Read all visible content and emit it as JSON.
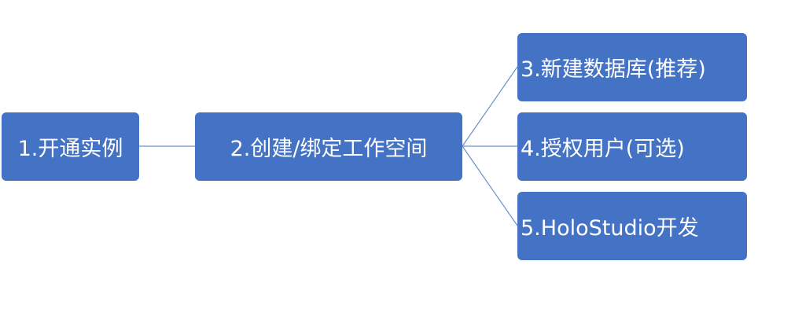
{
  "diagram": {
    "colors": {
      "node_fill": "#4472c4",
      "node_text": "#ffffff",
      "connector": "#6b8fd0"
    },
    "nodes": [
      {
        "id": "n1",
        "label": "1.开通实例"
      },
      {
        "id": "n2",
        "label": "2.创建/绑定工作空间"
      },
      {
        "id": "n3",
        "label": "3.新建数据库(推荐)"
      },
      {
        "id": "n4",
        "label": "4.授权用户(可选)"
      },
      {
        "id": "n5",
        "label": "5.HoloStudio开发"
      }
    ],
    "edges": [
      {
        "from": "n1",
        "to": "n2"
      },
      {
        "from": "n2",
        "to": "n3"
      },
      {
        "from": "n2",
        "to": "n4"
      },
      {
        "from": "n2",
        "to": "n5"
      }
    ]
  }
}
